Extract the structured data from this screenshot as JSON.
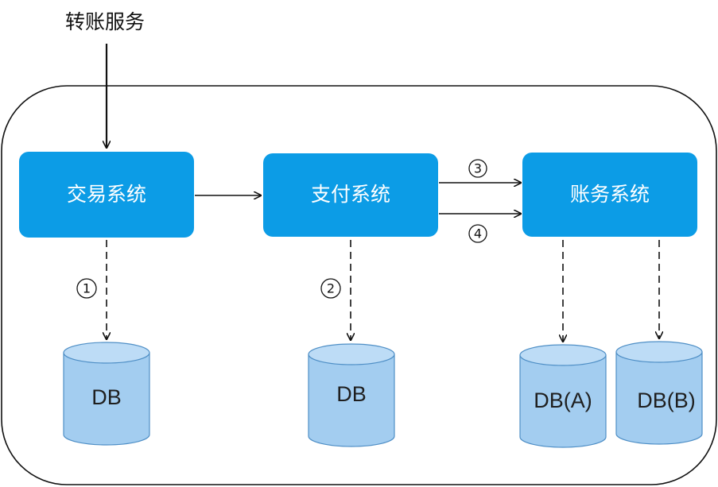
{
  "title": "转账服务",
  "systems": {
    "trade": "交易系统",
    "payment": "支付系统",
    "accounting": "账务系统"
  },
  "databases": {
    "trade_db": "DB",
    "payment_db": "DB",
    "accounting_db_a": "DB(A)",
    "accounting_db_b": "DB(B)"
  },
  "steps": {
    "s1": "1",
    "s2": "2",
    "s3": "3",
    "s4": "4"
  },
  "colors": {
    "system_box": "#0c9ce6",
    "db_body": "#a3cdf0",
    "db_top": "#bddcf6",
    "db_stroke": "#4f8fc6",
    "line": "#111111"
  }
}
